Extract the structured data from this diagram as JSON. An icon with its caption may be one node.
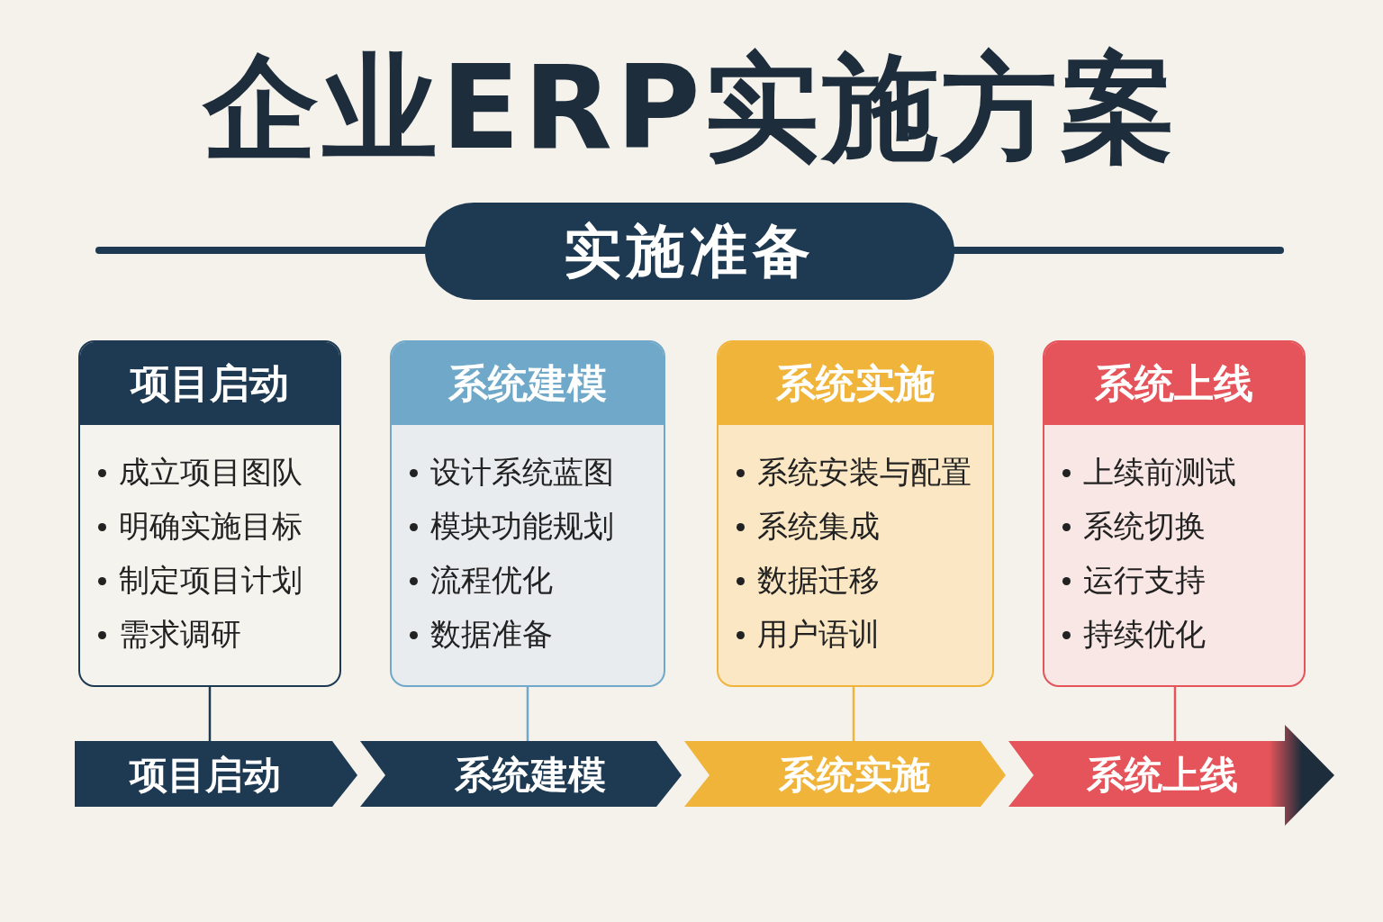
{
  "diagram": {
    "title": "企业ERP实施方案",
    "nodes": [
      {
        "text": [
          "实施准备"
        ]
      },
      {
        "text": [
          "项目启动",
          "成立项目图队",
          "明确实施目标",
          "制定项目计划",
          "需求调研"
        ]
      },
      {
        "text": [
          "系统建模",
          "设计系统蓝图",
          "模块功能规划",
          "流程优化",
          "数据准备"
        ]
      },
      {
        "text": [
          "系统实施",
          "系统安装与配置",
          "系统集成",
          "数据迁移",
          "用户语训"
        ]
      },
      {
        "text": [
          "系统上线",
          "上续前测试",
          "系统切换",
          "运行支持",
          "持续优化"
        ]
      },
      {
        "text": [
          "项目启动"
        ]
      },
      {
        "text": [
          "系统建模"
        ]
      },
      {
        "text": [
          "系统实施"
        ]
      },
      {
        "text": [
          "系统上线"
        ]
      }
    ],
    "edges": [
      {
        "from": 1,
        "to": 5,
        "arrow": "none",
        "color": "#1e3a52"
      },
      {
        "from": 2,
        "to": 6,
        "arrow": "none",
        "color": "#6fa8c8"
      },
      {
        "from": 3,
        "to": 7,
        "arrow": "none",
        "color": "#f0b43a"
      },
      {
        "from": 4,
        "to": 8,
        "arrow": "none",
        "color": "#e5545a"
      }
    ]
  }
}
